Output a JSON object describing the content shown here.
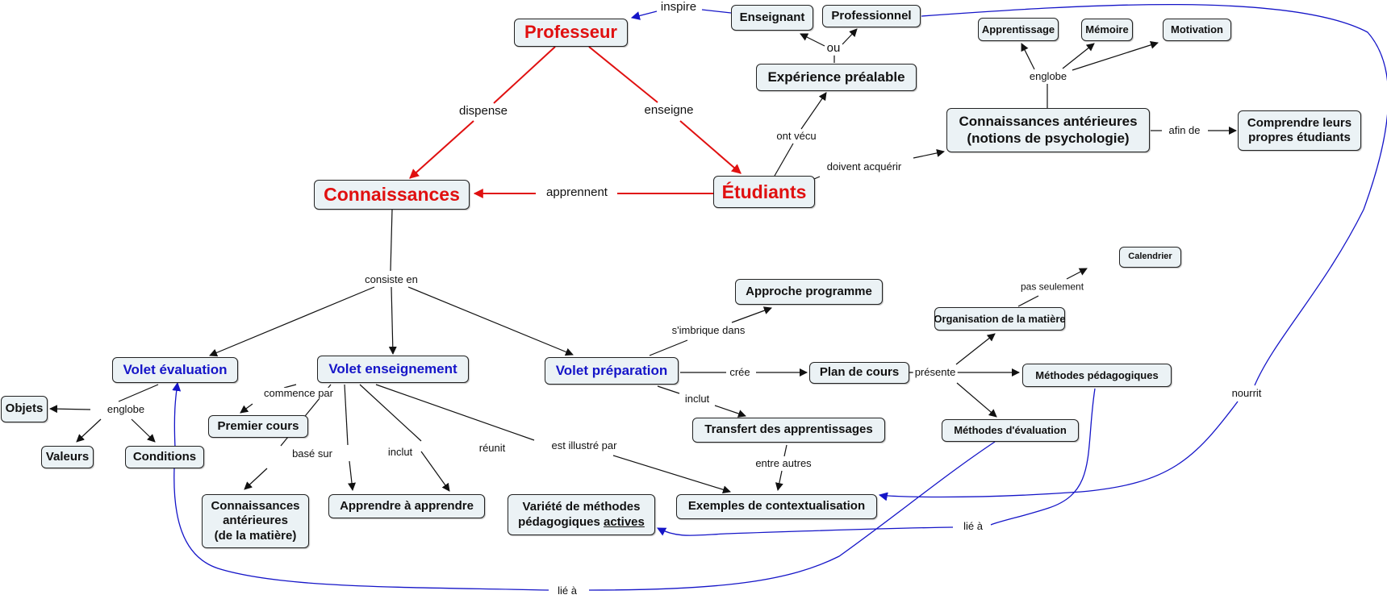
{
  "title": "Carte conceptuelle - Professeur, Connaissances, Étudiants",
  "colors": {
    "red": "#e01010",
    "blue": "#1515c8",
    "black": "#111111",
    "node_bg": "#ebf2f5"
  },
  "nodes": {
    "professeur": "Professeur",
    "connaissances": "Connaissances",
    "etudiants": "Étudiants",
    "enseignant": "Enseignant",
    "professionnel": "Professionnel",
    "experience": "Expérience préalable",
    "apprentissage": "Apprentissage",
    "memoire": "Mémoire",
    "motivation": "Motivation",
    "conn_ant_psy_1": "Connaissances antérieures",
    "conn_ant_psy_2": "(notions de psychologie)",
    "comprendre_1": "Comprendre leurs",
    "comprendre_2": "propres étudiants",
    "volet_eval": "Volet évaluation",
    "volet_ens": "Volet enseignement",
    "volet_prep": "Volet préparation",
    "objets": "Objets",
    "valeurs": "Valeurs",
    "conditions": "Conditions",
    "premier_cours": "Premier cours",
    "conn_ant_mat_1": "Connaissances",
    "conn_ant_mat_2": "antérieures",
    "conn_ant_mat_3": "(de la matière)",
    "apprendre": "Apprendre à apprendre",
    "variete_1": "Variété de méthodes",
    "variete_2a": "pédagogiques ",
    "variete_2b": "actives",
    "exemples": "Exemples de contextualisation",
    "approche": "Approche programme",
    "plan": "Plan de cours",
    "transfert": "Transfert des apprentissages",
    "organisation": "Organisation de la matière",
    "calendrier": "Calendrier",
    "meth_ped": "Méthodes pédagogiques",
    "meth_eval": "Méthodes d'évaluation"
  },
  "links": {
    "inspire": "inspire",
    "ou": "ou",
    "dispense": "dispense",
    "enseigne": "enseigne",
    "apprennent": "apprennent",
    "ont_vecu": "ont vécu",
    "doivent_acquerir": "doivent acquérir",
    "englobe_psy": "englobe",
    "afin_de": "afin de",
    "consiste_en": "consiste en",
    "englobe_eval": "englobe",
    "commence_par": "commence par",
    "base_sur": "basé sur",
    "inclut_ens": "inclut",
    "reunit": "réunit",
    "est_illustre_par": "est illustré par",
    "simbrique": "s'imbrique dans",
    "cree": "crée",
    "inclut_prep": "inclut",
    "entre_autres": "entre autres",
    "presente": "présente",
    "pas_seulement": "pas seulement",
    "nourrit": "nourrit",
    "lie_a_1": "lié à",
    "lie_a_2": "lié à"
  }
}
